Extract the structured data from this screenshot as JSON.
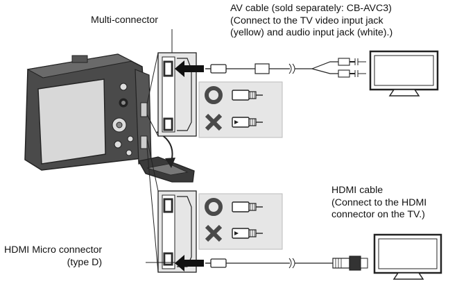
{
  "labels": {
    "multi_connector": "Multi-connector",
    "av_cable": "AV cable (sold separately: CB-AVC3)\n(Connect to the TV video input jack\n(yellow) and audio input jack (white).)",
    "hdmi_cable": "HDMI cable\n(Connect to the HDMI\nconnector on the TV.)",
    "hdmi_micro": "HDMI Micro connector\n(type D)"
  },
  "icons": {
    "correct": "circle-correct-icon",
    "wrong": "cross-wrong-icon"
  },
  "colors": {
    "stroke": "#222222",
    "panel": "#e6e6e6",
    "camera": "#3a3a3a",
    "screen": "#d8d8d8",
    "mark": "#4a4a4a"
  }
}
